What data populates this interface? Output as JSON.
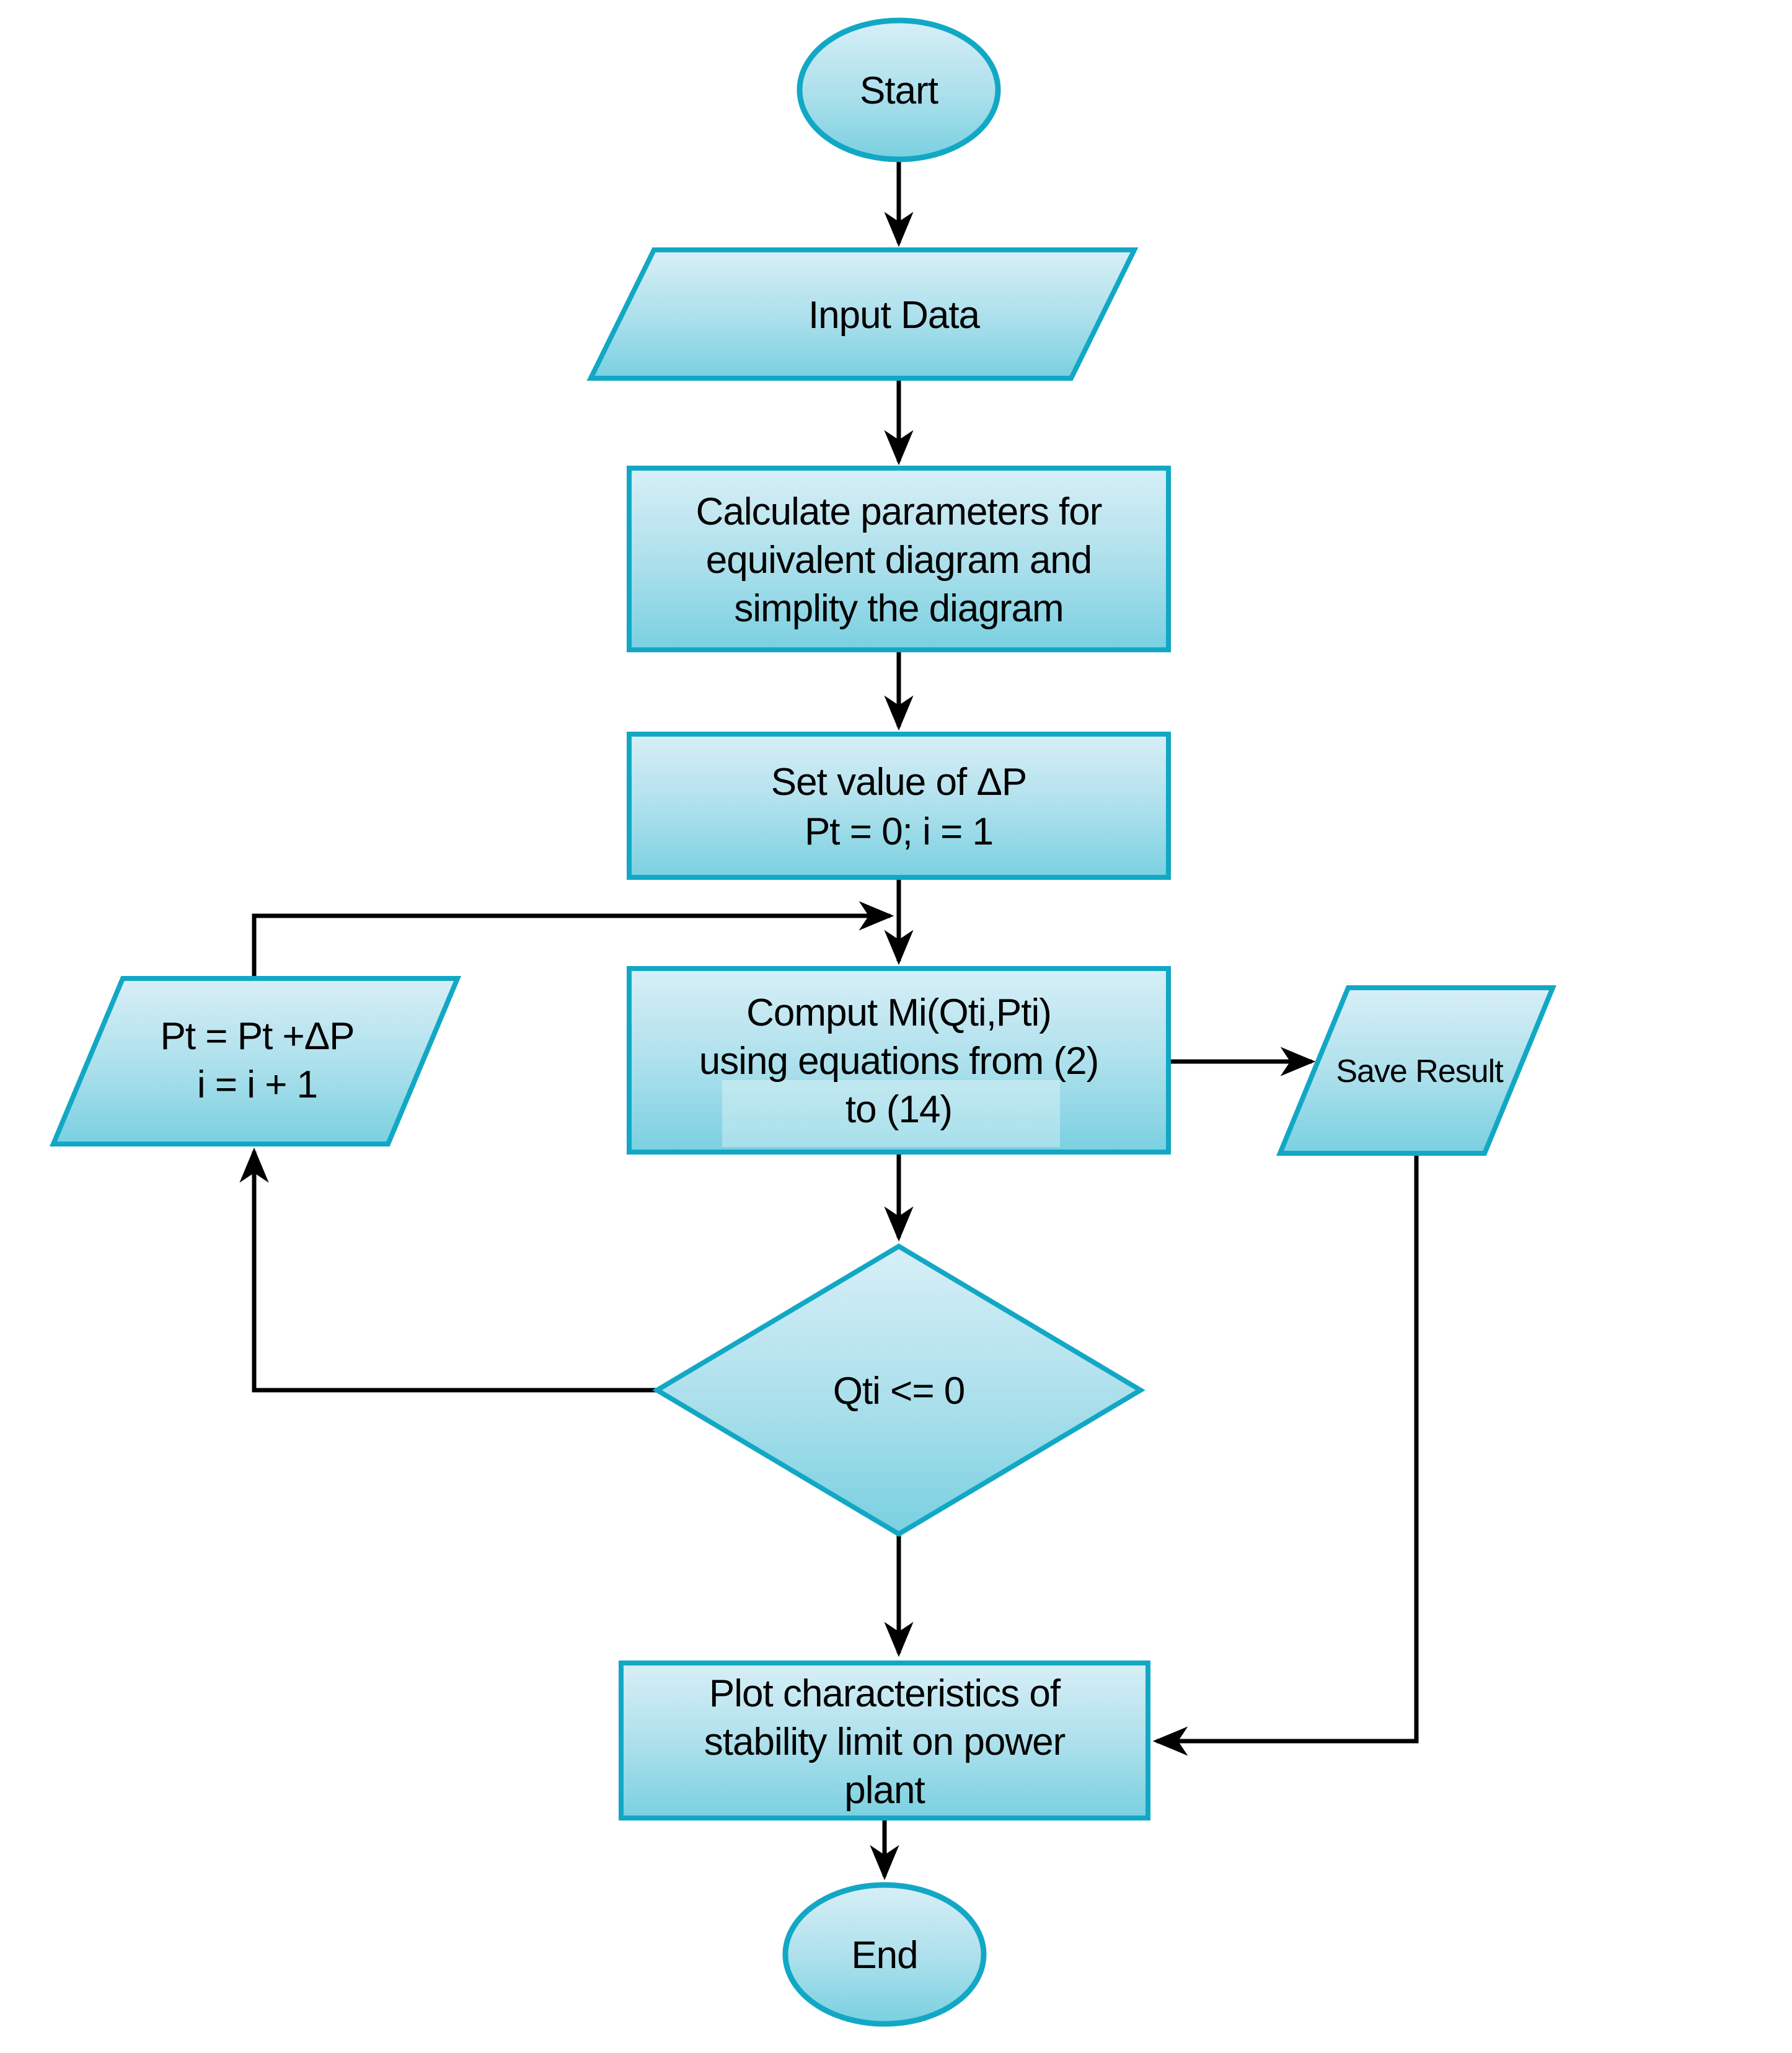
{
  "page": {
    "background": "#ffffff"
  },
  "diagram": {
    "type": "flowchart",
    "colors": {
      "shape_border": "#12a8c5",
      "shape_fill_top": "#d8eff7",
      "shape_fill_mid": "#aadfeb",
      "shape_fill_bottom": "#79d0e1",
      "connector": "#000000",
      "text": "#000000",
      "highlight_patch": "#ffffff"
    },
    "nodes": {
      "start": {
        "shape": "terminator-ellipse",
        "lines": [
          "Start"
        ]
      },
      "input_data": {
        "shape": "data-parallelogram",
        "lines": [
          "Input Data"
        ]
      },
      "calculate": {
        "shape": "process-rectangle",
        "lines": [
          "Calculate parameters for",
          "equivalent diagram and",
          "simplity the diagram"
        ]
      },
      "set_value": {
        "shape": "process-rectangle",
        "lines": [
          "Set value of ΔP",
          "Pt = 0; i = 1"
        ]
      },
      "compute": {
        "shape": "process-rectangle",
        "lines": [
          "Comput Mi(Qti,Pti)",
          "using equations from (2)",
          "to (14)"
        ]
      },
      "increment": {
        "shape": "data-parallelogram",
        "lines": [
          "Pt = Pt +ΔP",
          "i = i + 1"
        ]
      },
      "save_result": {
        "shape": "data-parallelogram",
        "lines": [
          "Save Result"
        ]
      },
      "decision": {
        "shape": "decision-diamond",
        "lines": [
          "Qti <= 0"
        ]
      },
      "plot": {
        "shape": "process-rectangle",
        "lines": [
          "Plot characteristics of",
          "stability limit on power",
          "plant"
        ]
      },
      "end": {
        "shape": "terminator-ellipse",
        "lines": [
          "End"
        ]
      }
    },
    "edges": [
      {
        "from": "start",
        "to": "input_data"
      },
      {
        "from": "input_data",
        "to": "calculate"
      },
      {
        "from": "calculate",
        "to": "set_value"
      },
      {
        "from": "set_value",
        "to": "compute"
      },
      {
        "from": "increment",
        "to": "compute",
        "via": "top junction"
      },
      {
        "from": "compute",
        "to": "save_result"
      },
      {
        "from": "compute",
        "to": "decision"
      },
      {
        "from": "decision",
        "to": "increment",
        "via": "left loop"
      },
      {
        "from": "decision",
        "to": "plot"
      },
      {
        "from": "save_result",
        "to": "plot",
        "via": "right side"
      },
      {
        "from": "plot",
        "to": "end"
      }
    ]
  }
}
